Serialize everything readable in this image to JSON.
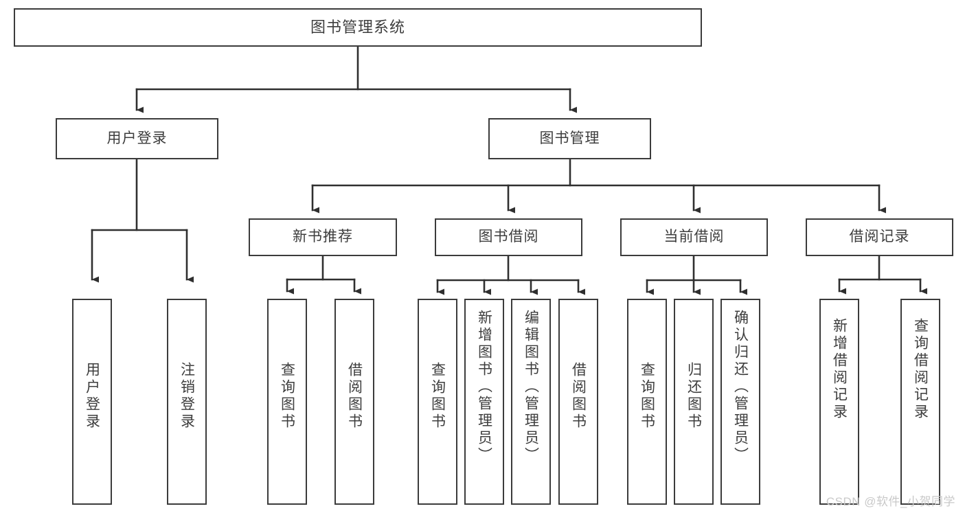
{
  "diagram": {
    "title": "图书管理系统",
    "type": "functional-structure-tree",
    "root": {
      "label": "图书管理系统"
    },
    "level2": [
      {
        "label": "用户登录"
      },
      {
        "label": "图书管理"
      }
    ],
    "level3": [
      {
        "label": "新书推荐"
      },
      {
        "label": "图书借阅"
      },
      {
        "label": "当前借阅"
      },
      {
        "label": "借阅记录"
      }
    ],
    "leaves": {
      "user_login": [
        {
          "label": "用户登录"
        },
        {
          "label": "注销登录"
        }
      ],
      "new_book_recommend": [
        {
          "label": "查询图书"
        },
        {
          "label": "借阅图书"
        }
      ],
      "book_borrow": [
        {
          "label": "查询图书"
        },
        {
          "label": "新增图书（管理员）"
        },
        {
          "label": "编辑图书（管理员）"
        },
        {
          "label": "借阅图书"
        }
      ],
      "current_borrow": [
        {
          "label": "查询图书"
        },
        {
          "label": "归还图书"
        },
        {
          "label": "确认归还（管理员）"
        }
      ],
      "borrow_record": [
        {
          "label": "新增借阅记录"
        },
        {
          "label": "查询借阅记录"
        }
      ]
    }
  },
  "watermark": {
    "text": "CSDN @软件_小贺同学"
  },
  "colors": {
    "border": "#3b3b3b",
    "text": "#3d3d3d",
    "background": "#ffffff",
    "connector": "#2f2f2f",
    "watermark": "#c9c9c9"
  }
}
